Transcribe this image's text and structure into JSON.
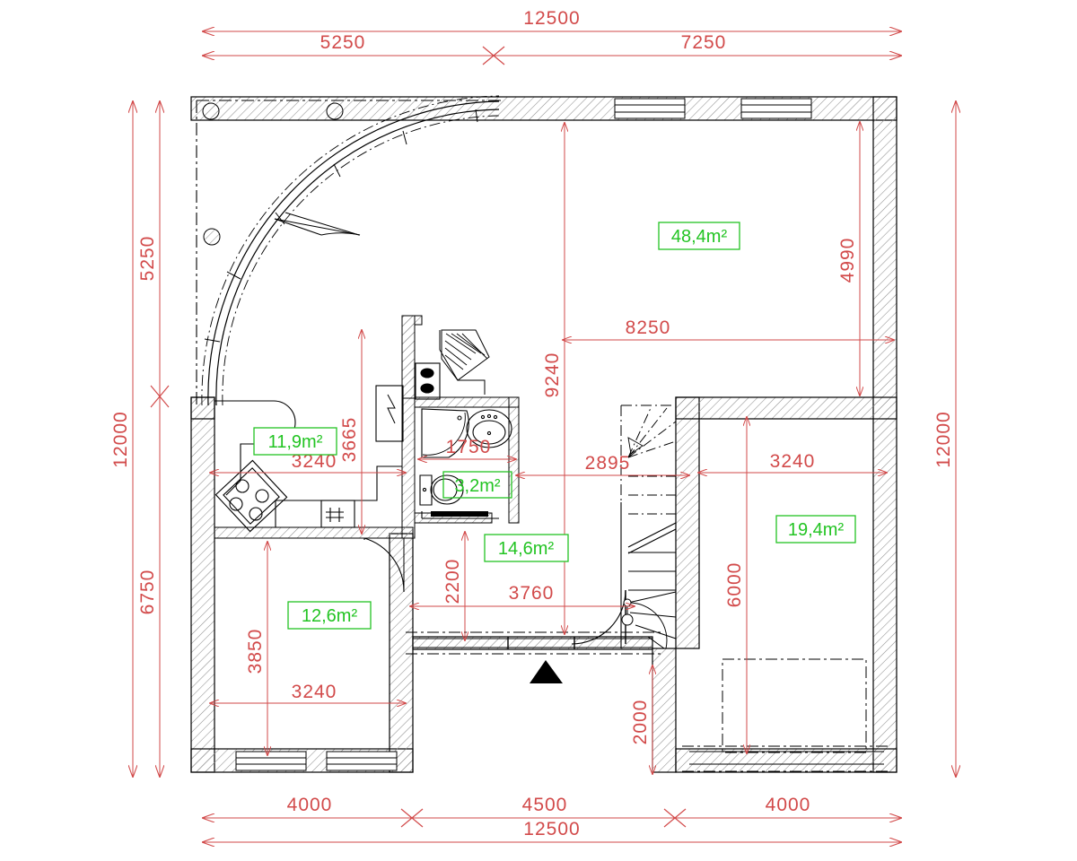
{
  "drawing": {
    "kind": "architectural-floor-plan",
    "units": "mm",
    "colors": {
      "dimension": "#d24a4a",
      "area_label": "#23c423",
      "wall": "#000000",
      "wall_hatch": "#9a9a9a",
      "background": "#ffffff"
    }
  },
  "dimensions": {
    "top_outer": {
      "value": "12500"
    },
    "top_chain": [
      {
        "value": "5250"
      },
      {
        "value": "7250"
      }
    ],
    "bottom_chain": [
      {
        "value": "4000"
      },
      {
        "value": "4500"
      },
      {
        "value": "4000"
      }
    ],
    "bottom_outer": {
      "value": "12500"
    },
    "left_outer": {
      "value": "12000"
    },
    "left_chain": [
      {
        "value": "5250"
      },
      {
        "value": "6750"
      }
    ],
    "right_outer": {
      "value": "12000"
    },
    "interior": [
      {
        "value": "4990",
        "orientation": "vertical"
      },
      {
        "value": "8250",
        "orientation": "horizontal"
      },
      {
        "value": "9240",
        "orientation": "vertical"
      },
      {
        "value": "3665",
        "orientation": "vertical"
      },
      {
        "value": "3240",
        "orientation": "horizontal"
      },
      {
        "value": "1750",
        "orientation": "horizontal"
      },
      {
        "value": "2895",
        "orientation": "horizontal"
      },
      {
        "value": "3240",
        "orientation": "horizontal"
      },
      {
        "value": "2200",
        "orientation": "vertical"
      },
      {
        "value": "3760",
        "orientation": "horizontal"
      },
      {
        "value": "6000",
        "orientation": "vertical"
      },
      {
        "value": "3850",
        "orientation": "vertical"
      },
      {
        "value": "3240",
        "orientation": "horizontal"
      },
      {
        "value": "2000",
        "orientation": "vertical"
      }
    ]
  },
  "rooms": [
    {
      "id": "living",
      "area": "48,4m²"
    },
    {
      "id": "kitchen",
      "area": "11,9m²"
    },
    {
      "id": "bath",
      "area": "3,2m²"
    },
    {
      "id": "hall",
      "area": "14,6m²"
    },
    {
      "id": "bedroom",
      "area": "12,6m²"
    },
    {
      "id": "garage",
      "area": "19,4m²"
    }
  ]
}
